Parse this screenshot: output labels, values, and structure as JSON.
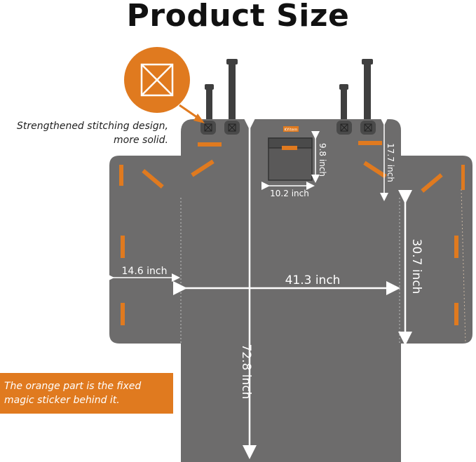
{
  "title": "Product Size",
  "callout": {
    "line1": "Strengthened stitching design,",
    "line2": "more solid."
  },
  "note": {
    "line1": "The orange part is the fixed",
    "line2": "magic sticker behind it."
  },
  "dimensions": {
    "main_width": "41.3 inch",
    "total_length": "72.8 inch",
    "flap_width": "14.6 inch",
    "flap_height": "30.7 inch",
    "top_section": "17.7 inch",
    "pocket_width": "10.2 inch",
    "pocket_height": "9.8 inch"
  },
  "brand_tag": "KYitem",
  "colors": {
    "mat": "#6d6c6c",
    "mat_dark": "#5e5d5d",
    "accent": "#e07a1f",
    "strap": "#3f3f3f",
    "arrow": "#ffffff"
  },
  "icons": {
    "stitch_badge": "x-box-stitch-icon"
  }
}
